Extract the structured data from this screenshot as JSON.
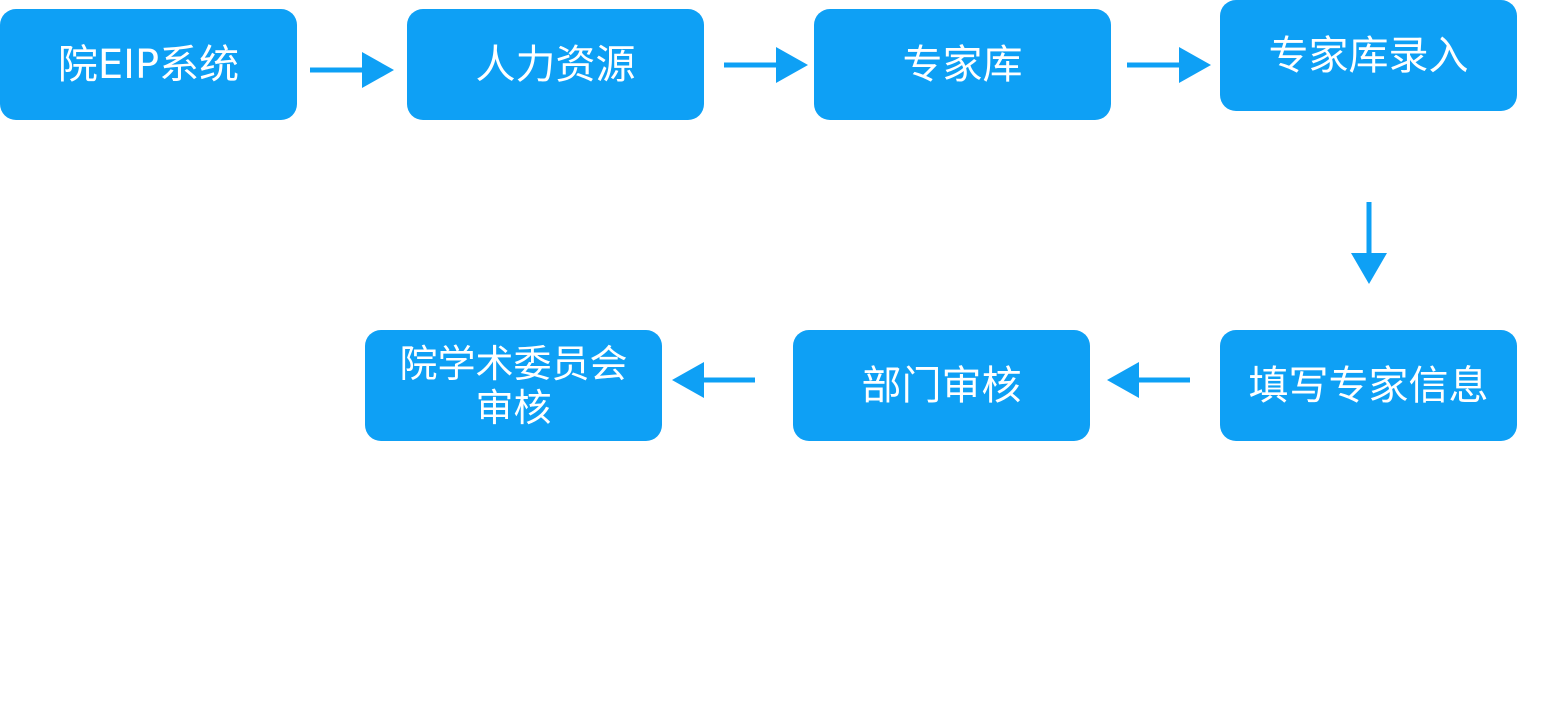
{
  "colors": {
    "box_fill": "#0ea0f5",
    "arrow": "#0ea0f5",
    "text": "#ffffff",
    "background": "#ffffff"
  },
  "flow": {
    "steps": [
      {
        "label": "院EIP系统"
      },
      {
        "label": "人力资源"
      },
      {
        "label": "专家库"
      },
      {
        "label": "专家库录入"
      },
      {
        "label": "填写专家信息"
      },
      {
        "label": "部门审核"
      },
      {
        "label_line1": "院学术委员会",
        "label_line2": "审核"
      }
    ]
  }
}
